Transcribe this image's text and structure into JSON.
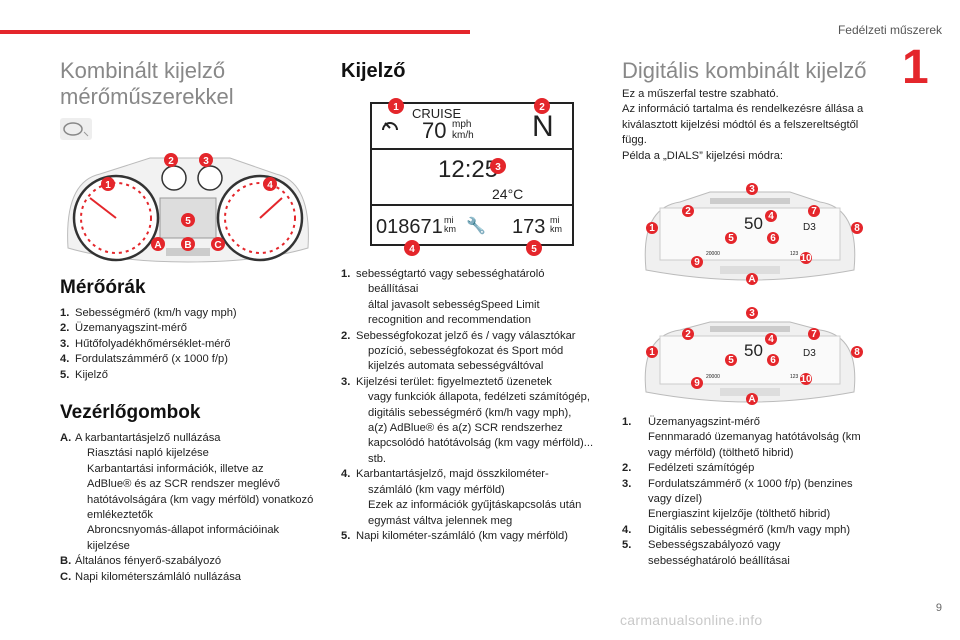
{
  "header": {
    "chapter_title": "Fedélzeti műszerek",
    "chapter_number": "1"
  },
  "col1": {
    "title": "Kombinált kijelző mérőműszerekkel",
    "badges": [
      "1",
      "2",
      "3",
      "4",
      "5",
      "A",
      "B",
      "C"
    ],
    "gauges_heading": "Mérőórák",
    "gauges": [
      {
        "n": "1.",
        "t": "Sebességmérő (km/h vagy mph)"
      },
      {
        "n": "2.",
        "t": "Üzemanyagszint-mérő"
      },
      {
        "n": "3.",
        "t": "Hűtőfolyadékhőmérséklet-mérő"
      },
      {
        "n": "4.",
        "t": "Fordulatszámmérő (x 1000 f/p)"
      },
      {
        "n": "5.",
        "t": "Kijelző"
      }
    ],
    "controls_heading": "Vezérlőgombok",
    "controls": [
      {
        "n": "A.",
        "lines": [
          "A karbantartásjelző nullázása",
          "Riasztási napló kijelzése",
          "Karbantartási információk, illetve az",
          "AdBlue® és az SCR rendszer meglévő",
          "hatótávolságára (km vagy mérföld) vonatkozó",
          "emlékeztetők",
          "Abroncsnyomás-állapot információinak",
          "kijelzése"
        ]
      },
      {
        "n": "B.",
        "lines": [
          "Általános fényerő-szabályozó"
        ]
      },
      {
        "n": "C.",
        "lines": [
          "Napi kilométerszámláló nullázása"
        ]
      }
    ]
  },
  "col2": {
    "title": "Kijelző",
    "display": {
      "cruise": "CRUISE",
      "speed": "70",
      "unit_top": "mph",
      "unit_bottom": "km/h",
      "gear": "N",
      "time": "12:25",
      "temp": "24°C",
      "odometer": "018671",
      "odo_unit_top": "mi",
      "odo_unit_bottom": "km",
      "trip": "173",
      "trip_unit_top": "mi",
      "trip_unit_bottom": "km",
      "badges": [
        "1",
        "2",
        "3",
        "4",
        "5"
      ]
    },
    "items": [
      {
        "n": "1.",
        "lines": [
          "sebességtartó vagy sebességhatároló",
          "beállításai",
          " által javasolt sebességSpeed Limit",
          "recognition and recommendation"
        ]
      },
      {
        "n": "2.",
        "lines": [
          "Sebességfokozat jelző és / vagy választókar",
          "pozíció, sebességfokozat és Sport mód",
          "kijelzés automata sebességváltóval"
        ]
      },
      {
        "n": "3.",
        "lines": [
          "Kijelzési terület: figyelmeztető üzenetek",
          "vagy funkciók állapota, fedélzeti számítógép,",
          "digitális sebességmérő (km/h vagy mph),",
          "a(z) AdBlue® és a(z) SCR rendszerhez",
          "kapcsolódó hatótávolság (km vagy mérföld)...",
          "stb."
        ]
      },
      {
        "n": "4.",
        "lines": [
          "Karbantartásjelző, majd összkilométer-",
          "számláló (km vagy mérföld)",
          "Ezek az információk gyűjtáskapcsolás után",
          "egymást váltva jelennek meg"
        ]
      },
      {
        "n": "5.",
        "lines": [
          "Napi kilométer-számláló (km vagy mérföld)"
        ]
      }
    ]
  },
  "col3": {
    "title": "Digitális kombinált kijelző",
    "intro": [
      "Ez a műszerfal testre szabható.",
      "Az információ tartalma és rendelkezésre állása a",
      "kiválasztott kijelzési módtól és a felszereltségtől",
      "függ.",
      "Példa a „DIALS” kijelzési módra:"
    ],
    "cluster": {
      "speed": "50",
      "gear": "D3",
      "odo": "20000",
      "trip": "123",
      "badges": [
        "1",
        "2",
        "3",
        "4",
        "5",
        "6",
        "7",
        "8",
        "9",
        "10",
        "A"
      ]
    },
    "items": [
      {
        "n": "1.",
        "lines": [
          "Üzemanyagszint-mérő",
          "Fennmaradó üzemanyag hatótávolság (km",
          "vagy mérföld) (tölthető hibrid)"
        ]
      },
      {
        "n": "2.",
        "lines": [
          "Fedélzeti számítógép"
        ]
      },
      {
        "n": "3.",
        "lines": [
          "Fordulatszámmérő (x 1000 f/p) (benzines",
          "vagy dízel)",
          "Energiaszint kijelzője (tölthető hibrid)"
        ]
      },
      {
        "n": "4.",
        "lines": [
          "Digitális sebességmérő (km/h vagy mph)"
        ]
      },
      {
        "n": "5.",
        "lines": [
          "Sebességszabályozó vagy",
          "sebességhatároló beállításai"
        ]
      }
    ]
  },
  "footer": {
    "page_number": "9",
    "watermark": "carmanualsonline.info"
  }
}
